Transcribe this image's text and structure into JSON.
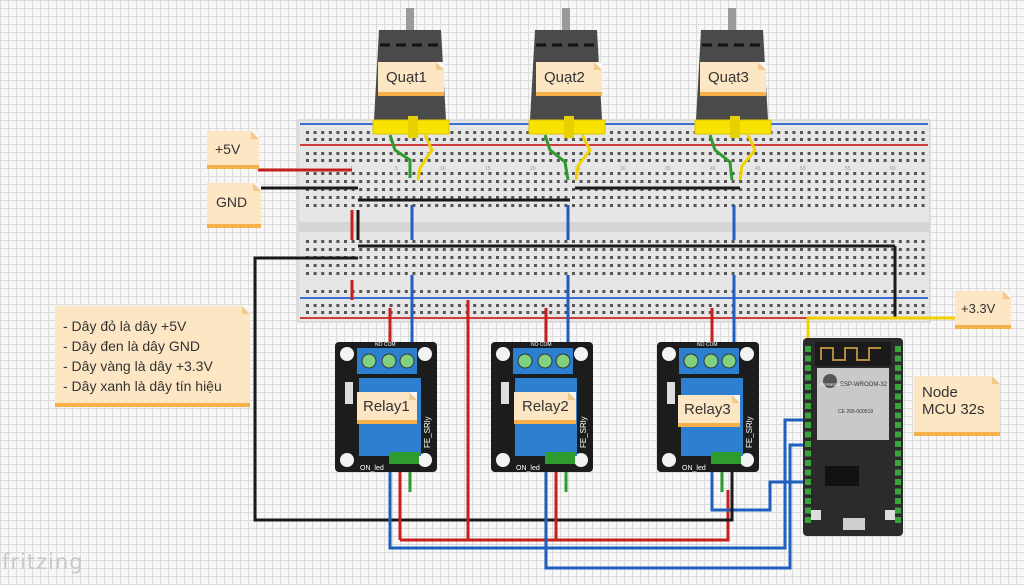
{
  "app": {
    "logo_text": "fritzing"
  },
  "notes": {
    "plus5v": "+5V",
    "gnd": "GND",
    "plus33v": "+3.3V",
    "mcu": [
      "Node",
      "MCU 32s"
    ],
    "legend": [
      "- Dây đỏ là dây +5V",
      "- Dây đen là dây GND",
      "- Dây vàng là dây +3.3V",
      "- Dây xanh là dây tín hiệu"
    ]
  },
  "fans": [
    {
      "label": "Quạt1"
    },
    {
      "label": "Quạt2"
    },
    {
      "label": "Quạt3"
    }
  ],
  "relays": [
    {
      "label": "Relay1",
      "side_text": "FE_SRly",
      "led_text": "ON_led",
      "pin_text": "NO  COM"
    },
    {
      "label": "Relay2",
      "side_text": "FE_SRly",
      "led_text": "ON_led",
      "pin_text": "NO  COM"
    },
    {
      "label": "Relay3",
      "side_text": "FE_SRly",
      "led_text": "ON_led",
      "pin_text": "NO  COM"
    }
  ],
  "esp32": {
    "module_text": "ESP-WROOM-32",
    "cert_text": "CE 205-000519",
    "brand_text": "ESPRESSIF"
  },
  "breadboard": {
    "column_numbers": [
      "1",
      "5",
      "10",
      "15",
      "20",
      "25",
      "30",
      "35",
      "40",
      "45",
      "50",
      "55",
      "60"
    ]
  },
  "colors": {
    "wire_red": "#c81e1e",
    "wire_black": "#1a1a1a",
    "wire_yellow": "#f2d100",
    "wire_blue": "#1f5fbf",
    "wire_green": "#2e9b2e",
    "note_bg": "#fde6c4",
    "note_border": "#f6b04a",
    "relay_blue": "#2d7fd0",
    "fan_bracket": "#f7e200"
  }
}
